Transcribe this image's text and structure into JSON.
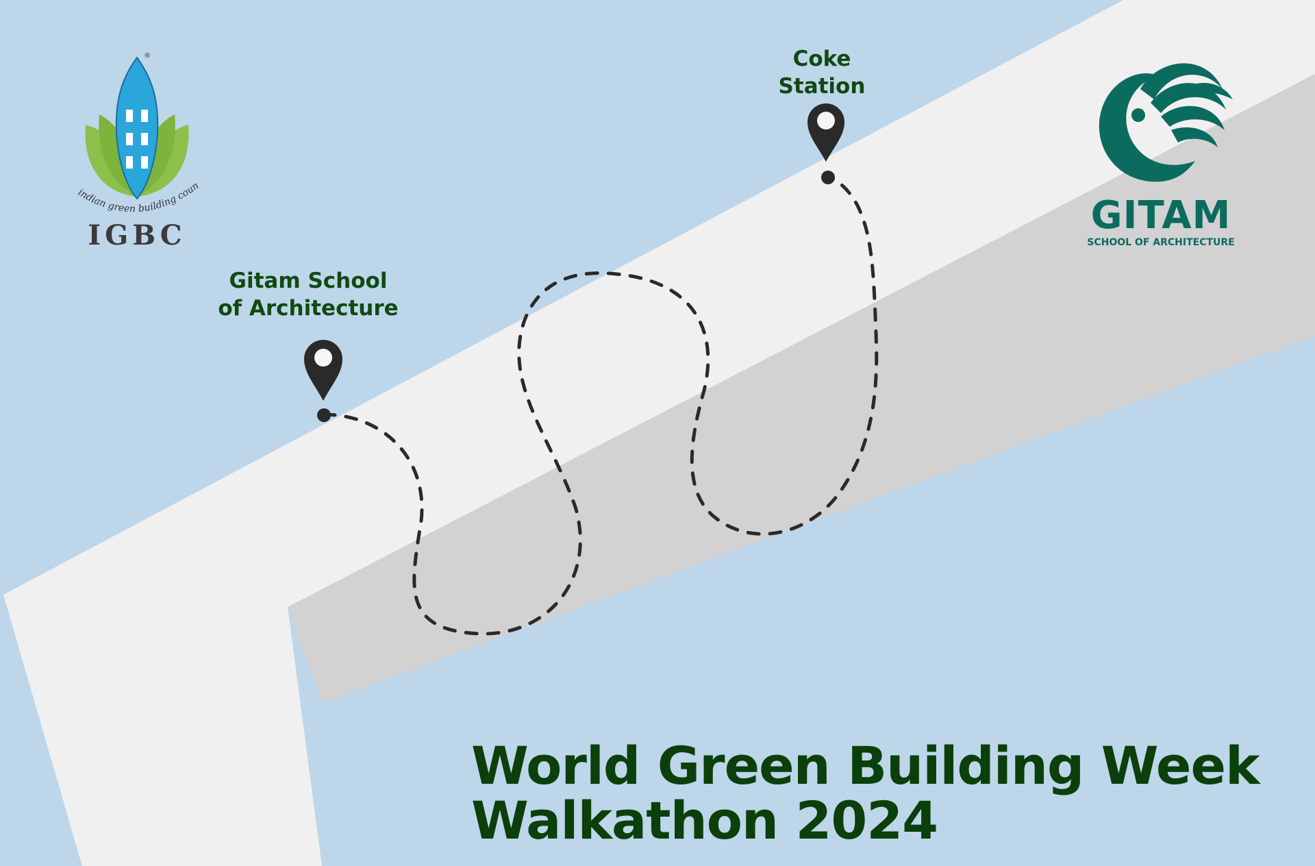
{
  "colors": {
    "sky": "#bed6ea",
    "road_light": "#f0f0f0",
    "road_shadow": "#d2d2d2",
    "headline": "#0b3f0b",
    "pin": "#2a2a2a",
    "igbc_leaf": "#8cc04a",
    "igbc_building": "#2aa6db",
    "gitam_teal": "#0b6b5e"
  },
  "logos": {
    "left": {
      "name": "IGBC",
      "wordmark": "IGBC",
      "arc_text": "indian green building council",
      "icon": "leaf-building-icon"
    },
    "right": {
      "name": "GITAM",
      "wordmark": "GITAM",
      "subtitle": "SCHOOL OF ARCHITECTURE",
      "icon": "swirl-bird-icon"
    }
  },
  "route": {
    "start": {
      "line1": "Gitam School",
      "line2": "of Architecture",
      "icon": "map-pin-icon"
    },
    "end": {
      "line1": "Coke",
      "line2": "Station",
      "icon": "map-pin-icon"
    },
    "path_style": "dashed"
  },
  "headline": {
    "line1": "World Green Building Week",
    "line2": "Walkathon 2024"
  }
}
